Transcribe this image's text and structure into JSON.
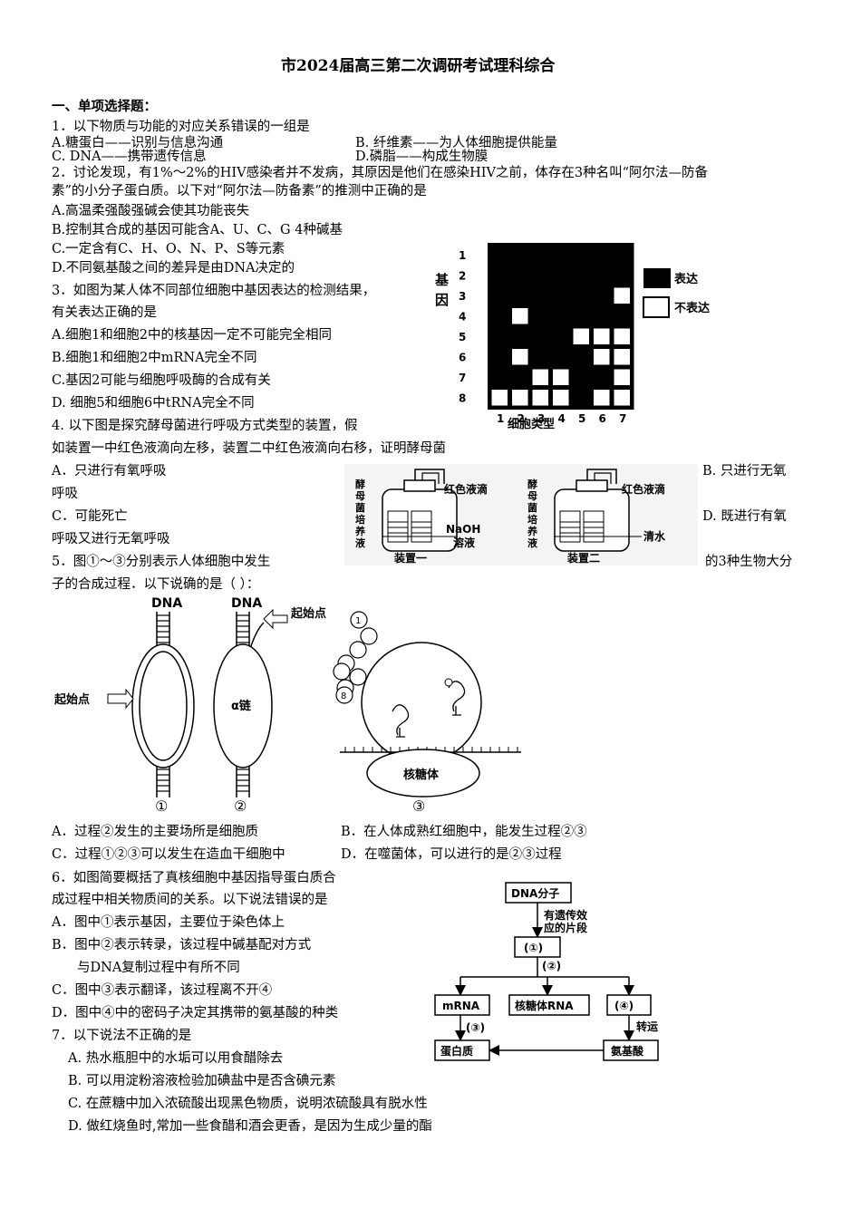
{
  "doc": {
    "title": "市2024届高三第二次调研考试理科综合",
    "section": "一、单项选择题：",
    "q1": {
      "stem": "1．以下物质与功能的对应关系错误的一组是",
      "a": "A.糖蛋白——识别与信息沟通",
      "b": "B. 纤维素——为人体细胞提供能量",
      "c": "C. DNA——携带遗传信息",
      "d": "D.磷脂——构成生物膜"
    },
    "q2": {
      "stem1": "2．讨论发现，有1%～2%的HIV感染者并不发病，其原因是他们在感染HIV之前，体存在3种名叫“阿尔法—防备",
      "stem2": "素”的小分子蛋白质。以下对“阿尔法—防备素”的推测中正确的是",
      "a": "A.高温柔强酸强碱会使其功能丧失",
      "b": "B.控制其合成的基因可能含A、U、C、G 4种碱基",
      "c": "C.一定含有C、H、O、N、P、S等元素",
      "d": "D.不同氨基酸之间的差异是由DNA决定的"
    },
    "q3": {
      "stem1": "3．如图为某人体不同部位细胞中基因表达的检测结果，",
      "stem2": "有关表达正确的是",
      "a": "A.细胞1和细胞2中的核基因一定不可能完全相同",
      "b": "B.细胞1和细胞2中mRNA完全不同",
      "c": "C.基因2可能与细胞呼吸酶的合成有关",
      "d": "D. 细胞5和细胞6中tRNA完全不同"
    },
    "q4": {
      "stem1": "4. 以下图是探究酵母菌进行呼吸方式类型的装置，假",
      "stem2": "如装置一中红色液滴向左移，装置二中红色液滴向右移，证明酵母菌",
      "a1": "A．只进行有氧呼吸",
      "b1": "B. 只进行无氧",
      "b2": "呼吸",
      "c1": "C．可能死亡",
      "d1": "D. 既进行有氧",
      "d2": "呼吸又进行无氧呼吸"
    },
    "q5": {
      "stem1": "5．图①～③分别表示人体细胞中发生",
      "stem1b": "的3种生物大分",
      "stem2": "子的合成过程．以下说确的是（   ）：",
      "a": "A．过程②发生的主要场所是细胞质",
      "b": "B．在人体成熟红细胞中，能发生过程②③",
      "c": "C．过程①②③可以发生在造血干细胞中",
      "d": "D．在噬菌体，可以进行的是②③过程"
    },
    "q6": {
      "stem1": "6．如图简要概括了真核细胞中基因指导蛋白质合",
      "stem2": "成过程中相关物质间的关系。以下说法错误的是",
      "a": "A．图中①表示基因，主要位于染色体上",
      "b1": "B．图中②表示转录，该过程中碱基配对方式",
      "b2": "与DNA复制过程中有所不同",
      "c": "C．图中③表示翻译，该过程离不开④",
      "d": "D．图中④中的密码子决定其携带的氨基酸的种类"
    },
    "q7": {
      "stem": "7．以下说法不正确的是",
      "a": "A. 热水瓶胆中的水垢可以用食醋除去",
      "b": "B. 可以用淀粉溶液检验加碘盐中是否含碘元素",
      "c": "C. 在蔗糖中加入浓硫酸出现黑色物质，说明浓硫酸具有脱水性",
      "d": "D. 做红烧鱼时,常加一些食醋和酒会更香，是因为生成少量的酯"
    }
  },
  "figures": {
    "gene_grid": {
      "y_label": "基因",
      "x_label": "细胞类型",
      "row_labels": [
        "1",
        "2",
        "3",
        "4",
        "5",
        "6",
        "7",
        "8"
      ],
      "col_labels": [
        "1",
        "2",
        "3",
        "4",
        "5",
        "6",
        "7"
      ],
      "legend_expressed": "表达",
      "legend_not_expressed": "不表达",
      "expressed": [
        [
          1,
          1,
          1,
          1,
          1,
          1,
          1
        ],
        [
          1,
          1,
          1,
          1,
          1,
          1,
          1
        ],
        [
          1,
          1,
          1,
          1,
          1,
          1,
          0
        ],
        [
          1,
          0,
          1,
          1,
          1,
          1,
          1
        ],
        [
          1,
          1,
          1,
          1,
          0,
          0,
          0
        ],
        [
          1,
          0,
          1,
          1,
          1,
          0,
          0
        ],
        [
          1,
          1,
          0,
          0,
          1,
          1,
          0
        ],
        [
          0,
          0,
          0,
          0,
          1,
          0,
          0
        ]
      ]
    },
    "yeast": {
      "side_label": "酵母菌培养液",
      "drop_label": "红色液滴",
      "naoh": "NaOH",
      "naoh_sol": "溶液",
      "water": "清水",
      "dev1": "装置一",
      "dev2": "装置二"
    },
    "synthesis": {
      "dna1": "DNA",
      "dna2": "DNA",
      "start1": "起始点",
      "start2": "起始点",
      "alpha": "α链",
      "ribosome": "核糖体",
      "n1": "①",
      "n2": "②",
      "n3": "③",
      "bead1": "1",
      "bead8": "8"
    },
    "flow": {
      "dna": "DNA分子",
      "segment1": "有遗传效",
      "segment2": "应的片段",
      "c1": "(①)",
      "c2": "(②)",
      "mrna": "mRNA",
      "rrna": "核糖体RNA",
      "c4": "(④)",
      "c3": "(③)",
      "transport": "转运",
      "protein": "蛋白质",
      "aa": "氨基酸"
    }
  }
}
